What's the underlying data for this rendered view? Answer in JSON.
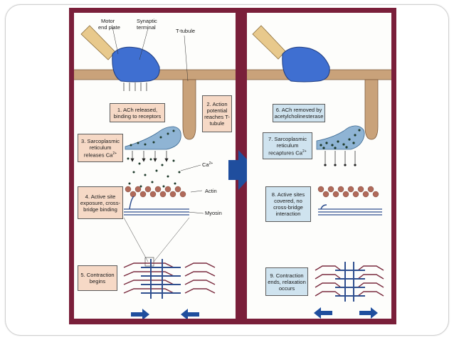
{
  "colors": {
    "frame": "#7a1f3a",
    "membrane": "#c9a27a",
    "terminal_blue": "#3f6fd1",
    "sr_blue": "#8fb4d4",
    "actin": "#b06a5a",
    "myosin": "#2f4f8f",
    "arrow_blue": "#1f4e9e",
    "peach_box": "#f6d9c6",
    "blue_box": "#cfe3ef"
  },
  "left_panel": {
    "labels": {
      "motor_end_plate": [
        "Motor",
        "end plate"
      ],
      "synaptic_terminal": [
        "Synaptic",
        "terminal"
      ],
      "t_tubule": "T-tubule",
      "ca": "Ca",
      "ca_sup": "2+",
      "actin": "Actin",
      "myosin": "Myosin"
    },
    "steps": {
      "step1": "1. ACh released, binding to receptors",
      "step2": "2. Action potential reaches T-tubule",
      "step3_main": "3. Sarcoplasmic reticulum releases Ca",
      "step3_sup": "2+",
      "step4": "4. Active site exposure, cross-bridge binding",
      "step5": "5. Contraction begins"
    }
  },
  "right_panel": {
    "steps": {
      "step6": "6. ACh removed by acetylcholinesterase",
      "step7_main": "7. Sarcoplasmic reticulum recaptures Ca",
      "step7_sup": "2+",
      "step8": "8. Active sites covered, no cross-bridge interaction",
      "step9": "9. Contraction ends, relaxation occurs"
    }
  }
}
